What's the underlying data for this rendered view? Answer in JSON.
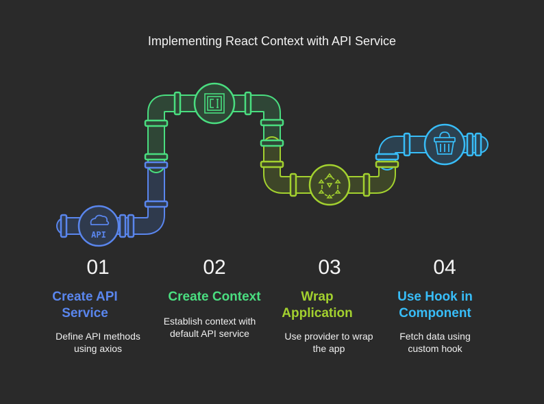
{
  "title": "Implementing React Context with API Service",
  "steps": [
    {
      "number": "01",
      "title": "Create API Service",
      "description": "Define API methods using axios",
      "color": "#5a86ee",
      "icon": "cloud-api-icon"
    },
    {
      "number": "02",
      "title": "Create Context",
      "description": "Establish context with default API service",
      "color": "#4ade80",
      "icon": "chip-icon"
    },
    {
      "number": "03",
      "title": "Wrap Application",
      "description": "Use provider to wrap the app",
      "color": "#a3d12f",
      "icon": "network-icon"
    },
    {
      "number": "04",
      "title": "Use Hook in Component",
      "description": "Fetch data using custom hook",
      "color": "#38bdf8",
      "icon": "basket-icon"
    }
  ],
  "icon_text": {
    "api": "API"
  }
}
